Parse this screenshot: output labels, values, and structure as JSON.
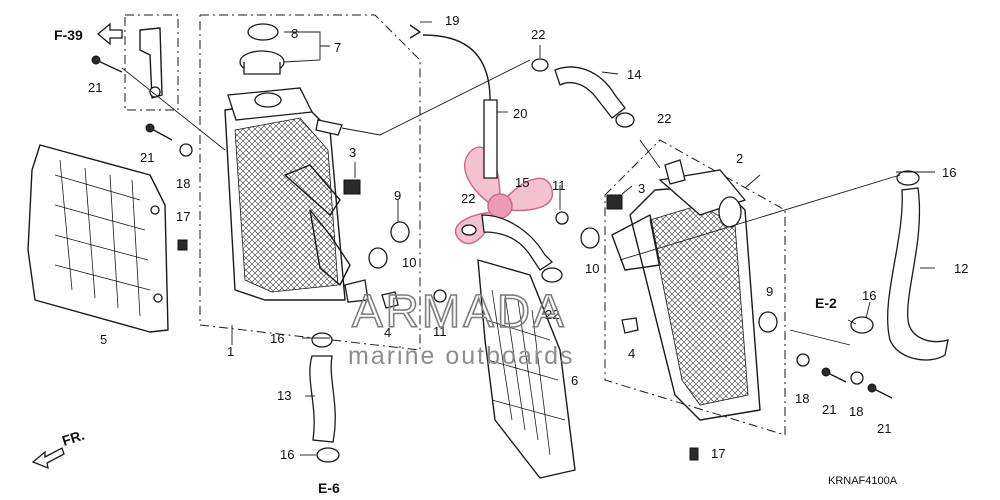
{
  "diagram": {
    "drawing_code": "KRNAF4100A",
    "references": [
      {
        "key": "f39",
        "text": "F-39"
      },
      {
        "key": "e2",
        "text": "E-2"
      },
      {
        "key": "e6",
        "text": "E-6"
      },
      {
        "key": "fr",
        "text": "FR."
      }
    ],
    "callouts": [
      "19",
      "8",
      "7",
      "22",
      "14",
      "21",
      "20",
      "22",
      "21",
      "3",
      "2",
      "18",
      "15",
      "11",
      "16",
      "9",
      "3",
      "17",
      "22",
      "10",
      "9",
      "12",
      "11",
      "16",
      "10",
      "5",
      "22",
      "4",
      "16",
      "1",
      "4",
      "6",
      "13",
      "18",
      "21",
      "18",
      "21",
      "16",
      "17"
    ]
  },
  "watermark": {
    "title": "ARMADA",
    "subtitle": "marine outboards",
    "propeller_color": "#e88aa6"
  }
}
